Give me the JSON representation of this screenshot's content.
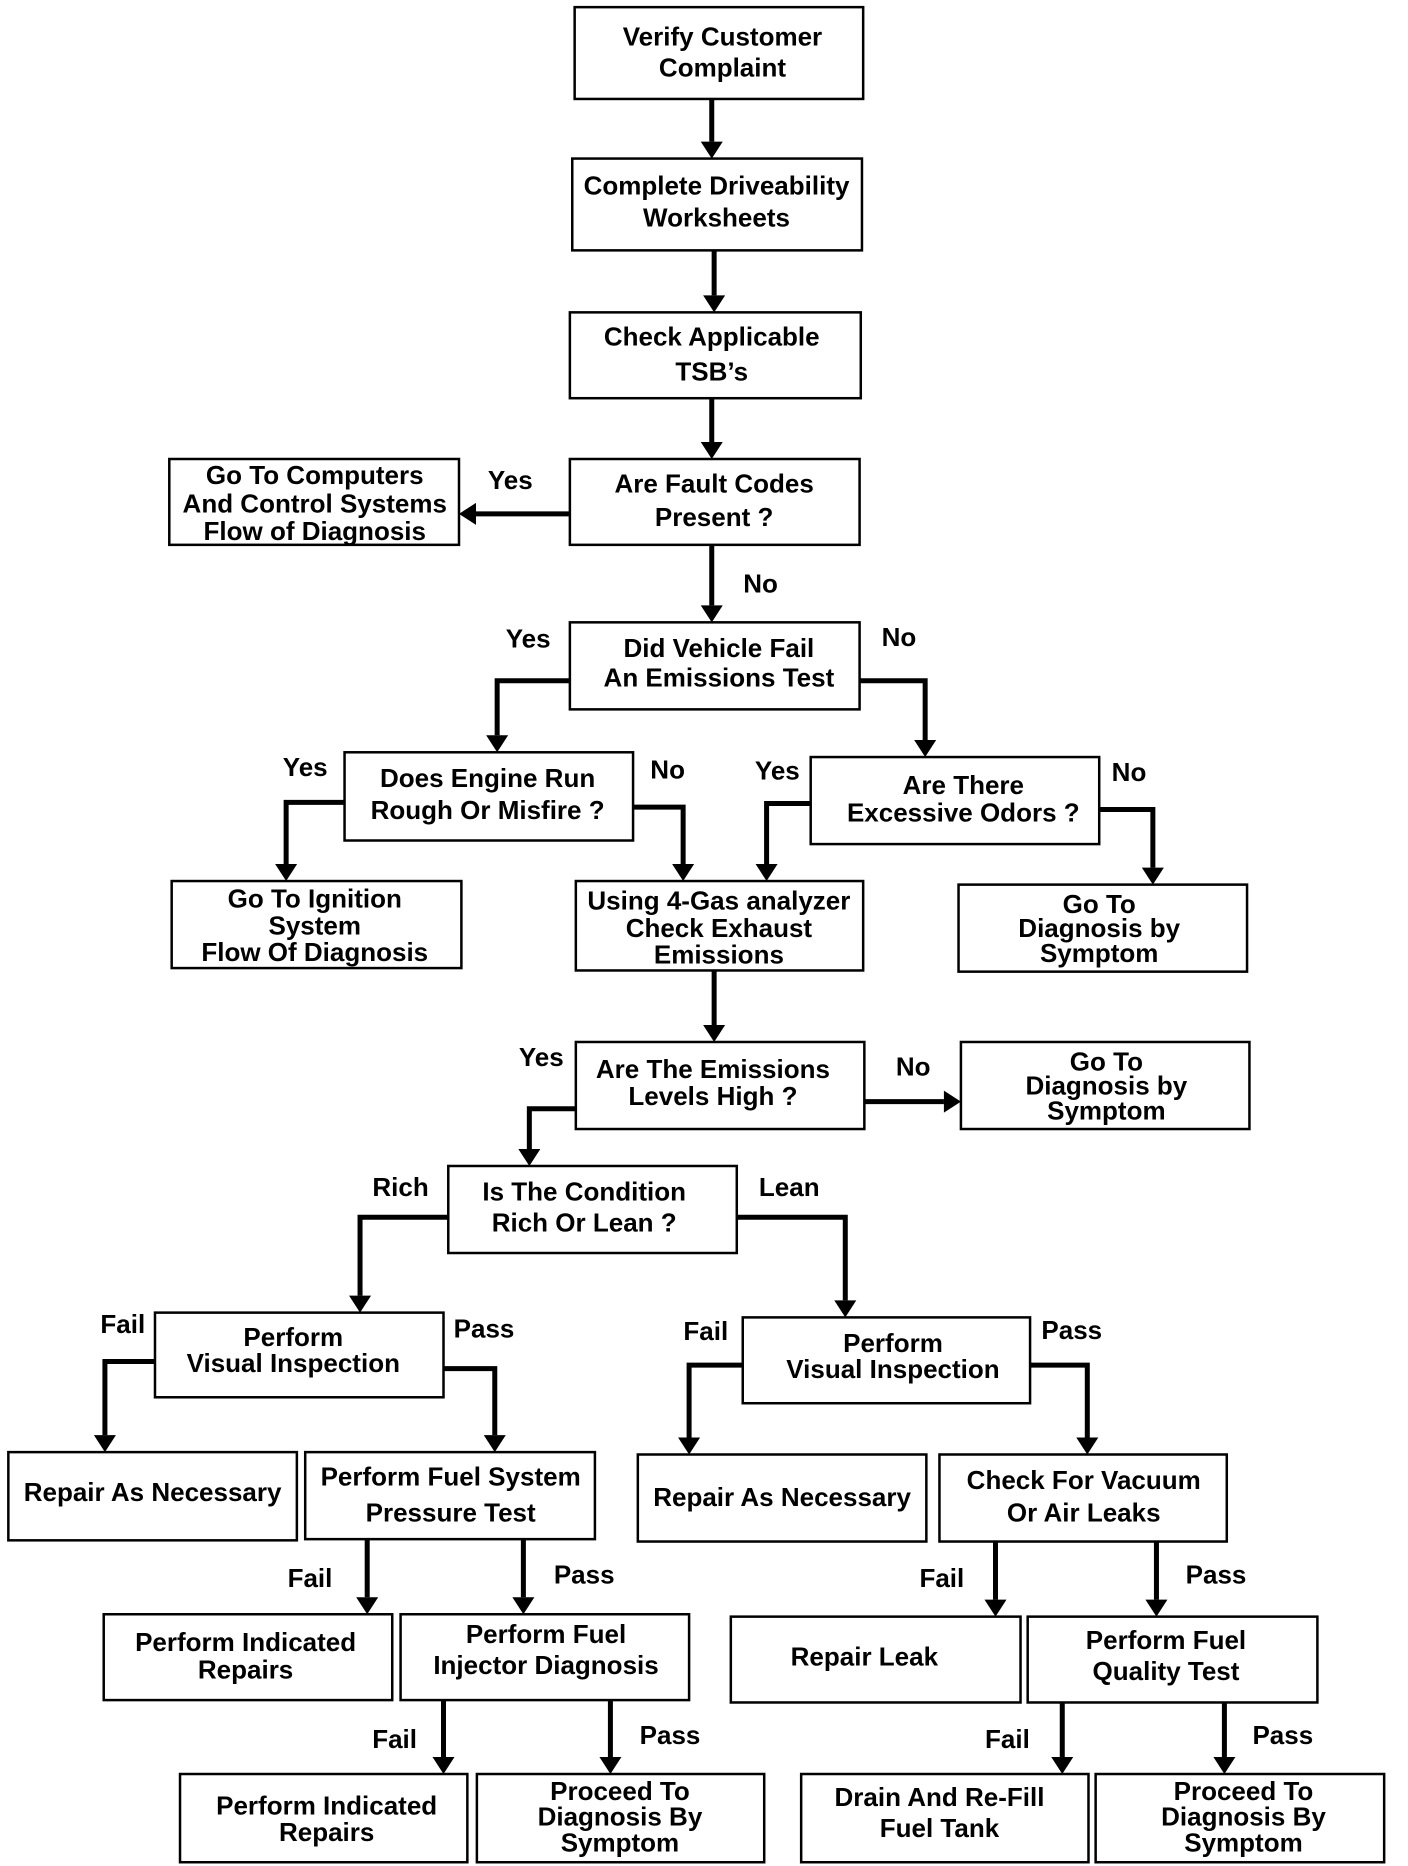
{
  "nodes": {
    "verify": [
      "Verify Customer",
      "Complaint"
    ],
    "worksheets": [
      "Complete Driveability",
      "Worksheets"
    ],
    "tsb": [
      "Check Applicable",
      "TSB’s"
    ],
    "fault": [
      "Are Fault Codes",
      "Present ?"
    ],
    "computers": [
      "Go To Computers",
      "And Control Systems",
      "Flow of Diagnosis"
    ],
    "emissions_test": [
      "Did Vehicle Fail",
      "An Emissions Test"
    ],
    "engine_rough": [
      "Does Engine Run",
      "Rough Or Misfire ?"
    ],
    "odors": [
      "Are There",
      "Excessive Odors ?"
    ],
    "ignition": [
      "Go To Ignition",
      "System",
      "Flow Of Diagnosis"
    ],
    "analyzer": [
      "Using 4-Gas analyzer",
      "Check Exhaust",
      "Emissions"
    ],
    "symptom_a": [
      "Go To",
      "Diagnosis by",
      "Symptom"
    ],
    "levels_high": [
      "Are The Emissions",
      "Levels High ?"
    ],
    "symptom_b": [
      "Go To",
      "Diagnosis by",
      "Symptom"
    ],
    "rich_lean": [
      "Is The Condition",
      "Rich Or Lean ?"
    ],
    "visual_rich": [
      "Perform",
      "Visual Inspection"
    ],
    "visual_lean": [
      "Perform",
      "Visual Inspection"
    ],
    "repair_rich": [
      "Repair As Necessary"
    ],
    "fuel_pressure": [
      "Perform Fuel System",
      "Pressure Test"
    ],
    "repair_lean": [
      "Repair As Necessary"
    ],
    "vacuum": [
      "Check For Vacuum",
      "Or Air Leaks"
    ],
    "indicated_1": [
      "Perform Indicated",
      "Repairs"
    ],
    "injector": [
      "Perform Fuel",
      "Injector Diagnosis"
    ],
    "repair_leak": [
      "Repair  Leak"
    ],
    "fuel_quality": [
      "Perform Fuel",
      "Quality Test"
    ],
    "indicated_2": [
      "Perform Indicated",
      "Repairs"
    ],
    "proceed_a": [
      "Proceed To",
      "Diagnosis By",
      "Symptom"
    ],
    "drain": [
      "Drain And Re-Fill",
      "Fuel Tank"
    ],
    "proceed_b": [
      "Proceed To",
      "Diagnosis By",
      "Symptom"
    ]
  },
  "labels": {
    "fault_yes": "Yes",
    "fault_no": "No",
    "emissions_yes": "Yes",
    "emissions_no": "No",
    "rough_yes": "Yes",
    "rough_no": "No",
    "odors_yes": "Yes",
    "odors_no": "No",
    "levels_yes": "Yes",
    "levels_no": "No",
    "rich": "Rich",
    "lean": "Lean",
    "visual_rich_fail": "Fail",
    "visual_rich_pass": "Pass",
    "visual_lean_fail": "Fail",
    "visual_lean_pass": "Pass",
    "pressure_fail": "Fail",
    "pressure_pass": "Pass",
    "vacuum_fail": "Fail",
    "vacuum_pass": "Pass",
    "injector_fail": "Fail",
    "injector_pass": "Pass",
    "quality_fail": "Fail",
    "quality_pass": "Pass"
  }
}
